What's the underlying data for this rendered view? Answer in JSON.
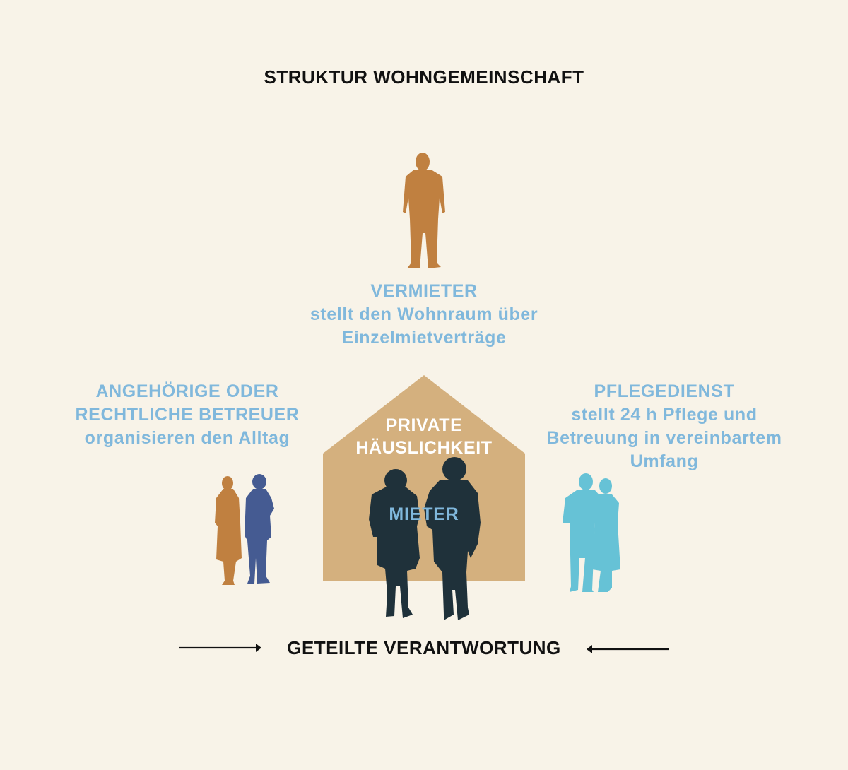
{
  "title": "STRUKTUR WOHNGEMEINSCHAFT",
  "colors": {
    "background": "#f8f3e8",
    "label_blue": "#80b8dc",
    "house": "#d4b07e",
    "vermieter_figure": "#c08040",
    "angehoerige_figure_1": "#c08040",
    "angehoerige_figure_2": "#455b92",
    "pflegedienst_figures": "#66c2d6",
    "mieter_figures": "#1f313a",
    "text_dark": "#111111"
  },
  "vermieter": {
    "heading": "VERMIETER",
    "line1": "stellt den Wohnraum über",
    "line2": "Einzelmietverträge",
    "icon": "standing-man-silhouette"
  },
  "angehoerige": {
    "line1": "ANGEHÖRIGE ODER",
    "line2": "RECHTLICHE BETREUER",
    "line3": "organisieren den Alltag",
    "icon": "two-people-silhouette"
  },
  "pflegedienst": {
    "heading": "PFLEGEDIENST",
    "line1": "stellt 24 h Pflege und",
    "line2": "Betreuung in vereinbartem",
    "line3": "Umfang",
    "icon": "couple-silhouette"
  },
  "house": {
    "line1": "PRIVATE",
    "line2": "HÄUSLICHKEIT",
    "icon": "house-shape"
  },
  "mieter": {
    "label": "MIETER",
    "icon": "elderly-couple-walking-silhouette"
  },
  "footer": {
    "label": "GETEILTE VERANTWORTUNG",
    "left_arrow": "arrow-right",
    "right_arrow": "arrow-left"
  }
}
